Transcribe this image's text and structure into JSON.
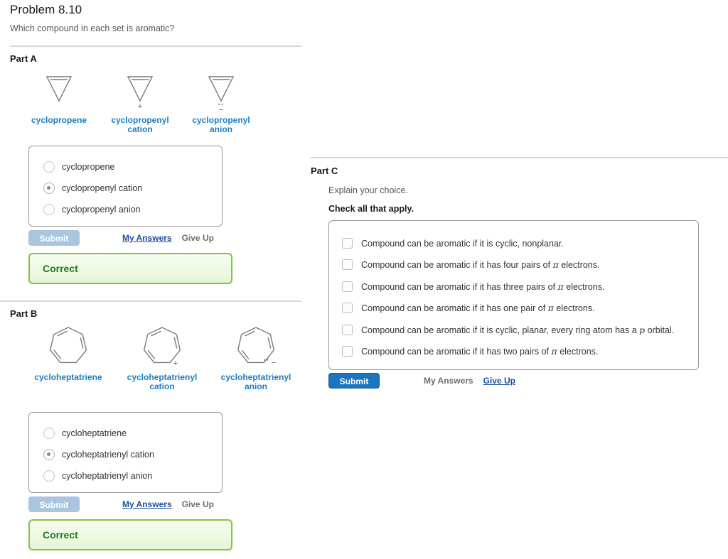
{
  "header": {
    "title": "Problem 8.10",
    "subtitle": "Which compound in each set is aromatic?"
  },
  "part_a": {
    "label": "Part A",
    "structures": [
      {
        "line1": "cyclopropene",
        "line2": "",
        "lone_pair": "",
        "charge": ""
      },
      {
        "line1": "cyclopropenyl",
        "line2": "cation",
        "lone_pair": "",
        "charge": "+"
      },
      {
        "line1": "cyclopropenyl",
        "line2": "anion",
        "lone_pair": "··",
        "charge": "−"
      }
    ],
    "options": [
      {
        "label": "cyclopropene",
        "selected": false
      },
      {
        "label": "cyclopropenyl cation",
        "selected": true
      },
      {
        "label": "cyclopropenyl anion",
        "selected": false
      }
    ],
    "submit": "Submit",
    "my_answers": "My Answers",
    "give_up": "Give Up",
    "feedback": "Correct"
  },
  "part_b": {
    "label": "Part B",
    "structures": [
      {
        "line1": "cycloheptatriene",
        "line2": "",
        "lone_pair": "",
        "charge": ""
      },
      {
        "line1": "cycloheptatrienyl",
        "line2": "cation",
        "lone_pair": "",
        "charge": "+"
      },
      {
        "line1": "cycloheptatrienyl",
        "line2": "anion",
        "lone_pair": "··",
        "charge": "−"
      }
    ],
    "options": [
      {
        "label": "cycloheptatriene",
        "selected": false
      },
      {
        "label": "cycloheptatrienyl cation",
        "selected": true
      },
      {
        "label": "cycloheptatrienyl anion",
        "selected": false
      }
    ],
    "submit": "Submit",
    "my_answers": "My Answers",
    "give_up": "Give Up",
    "feedback": "Correct"
  },
  "part_c": {
    "label": "Part C",
    "instruction": "Explain your choice.",
    "sub_instruction": "Check all that apply.",
    "options": [
      {
        "prefix": "Compound can be aromatic if it is cyclic, nonplanar.",
        "symbol": "",
        "suffix": "",
        "checked": false
      },
      {
        "prefix": "Compound can be aromatic if it has four pairs of ",
        "symbol": "π",
        "suffix": " electrons.",
        "checked": false
      },
      {
        "prefix": "Compound can be aromatic if it has three pairs of ",
        "symbol": "π",
        "suffix": " electrons.",
        "checked": false
      },
      {
        "prefix": "Compound can be aromatic if it has one pair of ",
        "symbol": "π",
        "suffix": " electrons.",
        "checked": false
      },
      {
        "prefix": "Compound can be aromatic if it is cyclic, planar, every ring atom has a ",
        "symbol": "p",
        "suffix": " orbital.",
        "checked": false
      },
      {
        "prefix": "Compound can be aromatic if it has two pairs of ",
        "symbol": "π",
        "suffix": " electrons.",
        "checked": false
      }
    ],
    "submit": "Submit",
    "my_answers": "My Answers",
    "give_up": "Give Up"
  },
  "colors": {
    "compound_label_blue": "#1d7dc2",
    "link_blue": "#1b4ea0",
    "submit_active": "#1c74c0",
    "submit_disabled": "#a9c6de",
    "correct_green_text": "#1e7b1e",
    "correct_green_border": "#86c440"
  }
}
